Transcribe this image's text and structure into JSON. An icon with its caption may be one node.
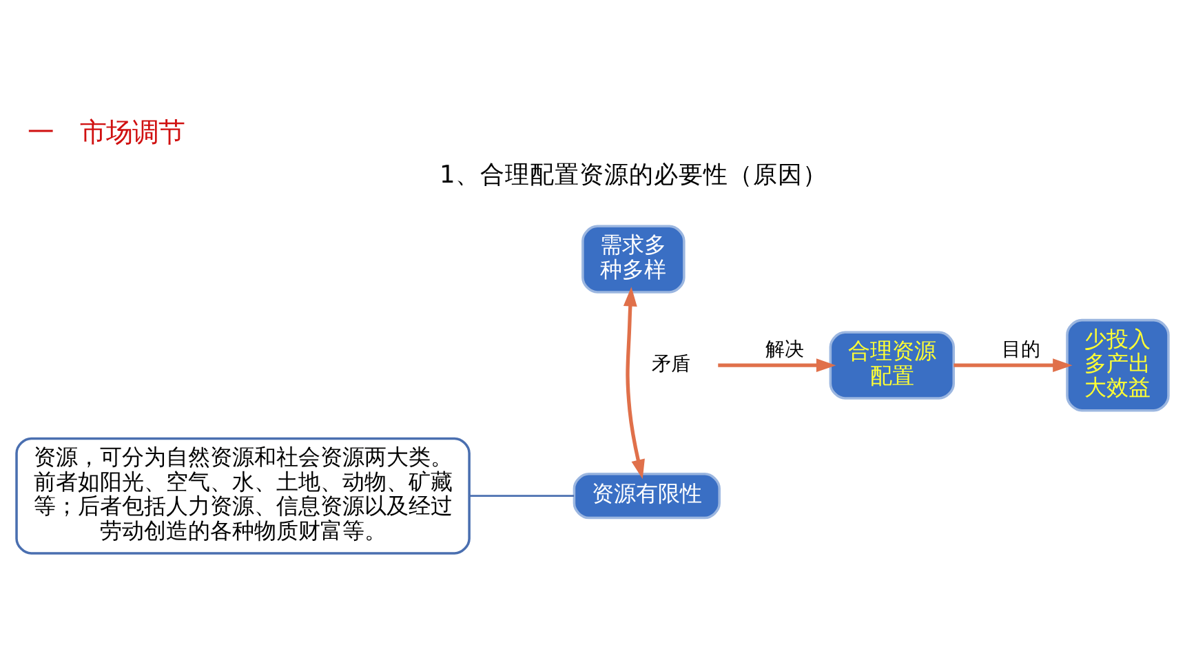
{
  "diagram": {
    "title": "一　市场调节",
    "nodes": [
      {
        "text": [
          "需求多种多样"
        ]
      },
      {
        "text": [
          "资源有限性"
        ]
      },
      {
        "text": [
          "合理资源配置"
        ]
      },
      {
        "text": [
          "少投入多产出大效益"
        ]
      },
      {
        "text": [
          "资源，可分为自然资源和社会资源两大类。前者如阳光、空气、水、土地、动物、矿藏等；后者包括人力资源、信息资源以及经过劳动创造的各种物质财富等。"
        ]
      }
    ],
    "edges": [
      {
        "from": 0,
        "to": 1,
        "arrow": "both",
        "label": "矛盾",
        "color": "#e0704a"
      },
      {
        "from": null,
        "to": 2,
        "arrow": "to",
        "label": "解决",
        "color": "#e0704a"
      },
      {
        "from": 2,
        "to": 3,
        "arrow": "to",
        "label": "目的",
        "color": "#e0704a"
      },
      {
        "from": 4,
        "to": 1,
        "arrow": "none",
        "color": "#4a6fb0"
      }
    ],
    "labels": [
      "1、合理配置资源的必要性（原因）"
    ]
  }
}
